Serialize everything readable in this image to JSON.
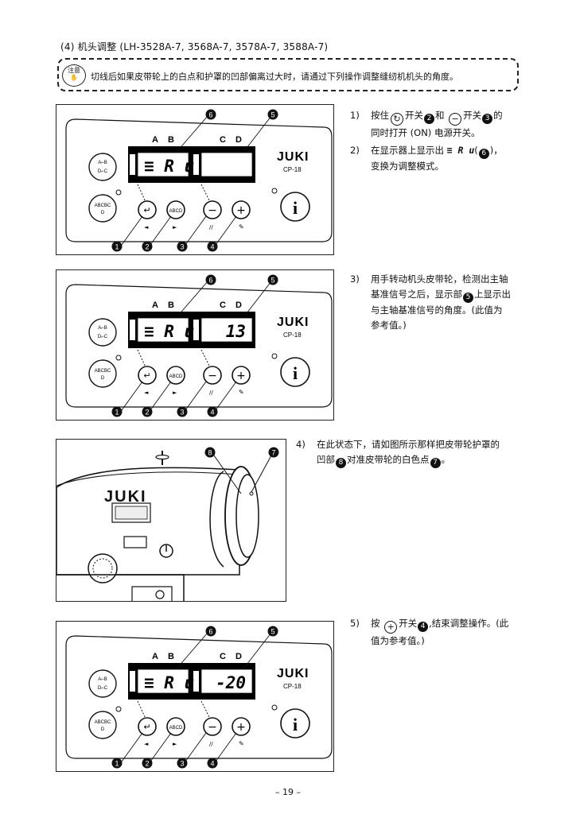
{
  "header": {
    "section_title": "(4) 机头调整 (LH-3528A-7, 3568A-7, 3578A-7, 3588A-7)"
  },
  "caution": {
    "badge_top": "注",
    "badge_top2": "意",
    "text": "切线后如果皮带轮上的白点和护罩的凹部偏离过大时，请通过下列操作调整缝纫机机头的角度。"
  },
  "panel": {
    "label_a": "A",
    "label_b": "B",
    "label_c": "C",
    "label_d": "D",
    "brand": "JUKI",
    "model": "CP-18",
    "num1": "1",
    "num2": "2",
    "num3": "3",
    "num4": "4",
    "num5": "5",
    "num6": "6",
    "display_left": "≡ R u",
    "display_right_1": "",
    "display_right_2": "13",
    "display_right_3": "-20"
  },
  "steps": {
    "s1_num": "1)",
    "s1_a": "按住",
    "s1_b": "开关",
    "s1_c": "和",
    "s1_d": "开关",
    "s1_e": "的",
    "s1_line2": "同时打开 (ON) 电源开关。",
    "s2_num": "2)",
    "s2_a": "在显示器上显示出",
    "s2_glyph": "≡ R u",
    "s2_b": "(",
    "s2_c": ")，",
    "s2_line2": "变换为调整模式。",
    "s3_num": "3)",
    "s3_line1": "用手转动机头皮带轮，检测出主轴",
    "s3_line2a": "基准信号之后，显示部",
    "s3_line2b": "上显示出",
    "s3_line3": "与主轴基准信号的角度。(此值为",
    "s3_line4": "参考值。)",
    "s4_num": "4)",
    "s4_line1": "在此状态下，请如图所示那样把皮带轮护罩的",
    "s4_line2a": "凹部",
    "s4_line2b": "对准皮带轮的白色点",
    "s4_line2c": "。",
    "s5_num": "5)",
    "s5_a": "按",
    "s5_b": "开关",
    "s5_c": ",结束调整操作。(此",
    "s5_line2": "值为参考值。)",
    "badge2": "2",
    "badge3": "3",
    "badge4": "4",
    "badge5": "5",
    "badge6": "6",
    "badge7": "7",
    "badge8": "8"
  },
  "machine": {
    "brand": "JUKI",
    "num7": "7",
    "num8": "8"
  },
  "footer": {
    "page_number": "– 19 –"
  }
}
